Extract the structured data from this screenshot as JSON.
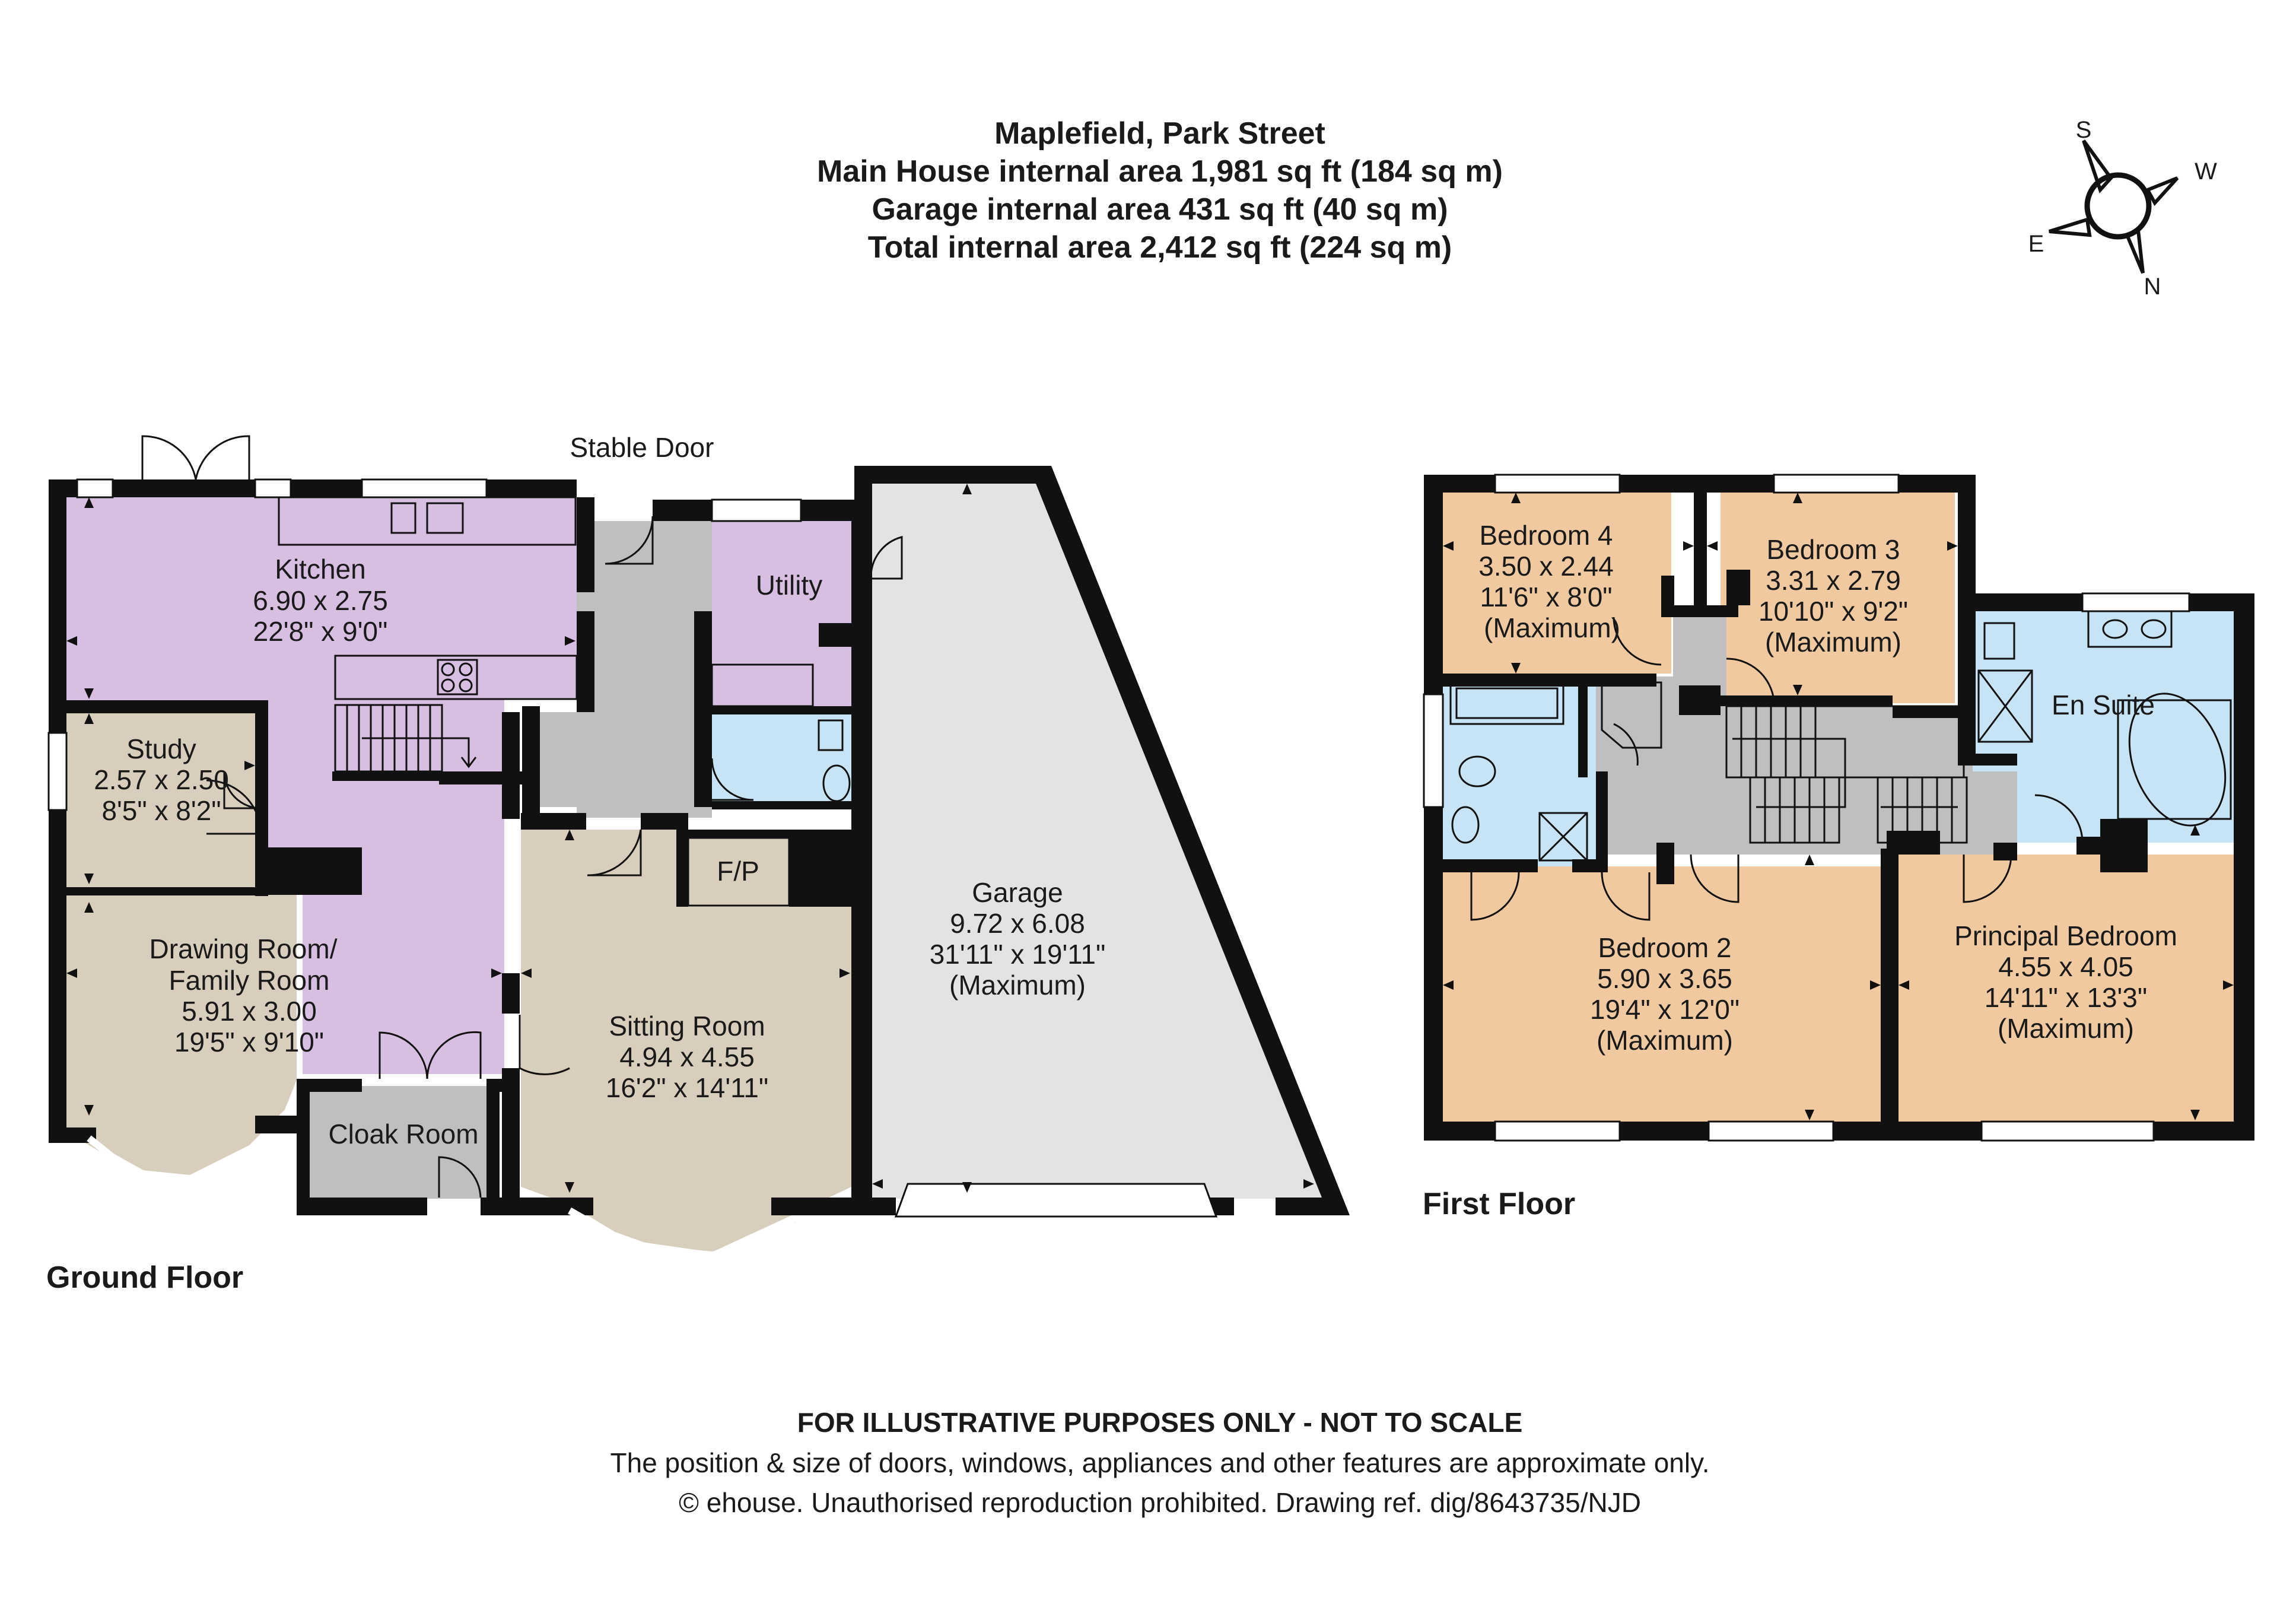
{
  "header": {
    "title": "Maplefield, Park Street",
    "main_house": "Main House internal area 1,981 sq ft (184 sq m)",
    "garage": "Garage internal area 431 sq ft (40 sq m)",
    "total": "Total internal area 2,412 sq ft (224 sq m)"
  },
  "compass": {
    "s": "S",
    "w": "W",
    "e": "E",
    "n": "N"
  },
  "ground_floor": {
    "label": "Ground Floor",
    "stable_door": "Stable Door",
    "kitchen": {
      "name": "Kitchen",
      "metric": "6.90 x 2.75",
      "imperial": "22'8\" x 9'0\""
    },
    "utility": {
      "name": "Utility"
    },
    "study": {
      "name": "Study",
      "metric": "2.57 x 2.50",
      "imperial": "8'5\" x 8'2\""
    },
    "drawing_room": {
      "name1": "Drawing Room/",
      "name2": "Family Room",
      "metric": "5.91 x 3.00",
      "imperial": "19'5\" x 9'10\""
    },
    "cloak_room": {
      "name": "Cloak Room"
    },
    "fireplace": {
      "name": "F/P"
    },
    "sitting_room": {
      "name": "Sitting Room",
      "metric": "4.94 x 4.55",
      "imperial": "16'2\" x 14'11\""
    },
    "garage": {
      "name": "Garage",
      "metric": "9.72 x 6.08",
      "imperial": "31'11\" x 19'11\"",
      "note": "(Maximum)"
    }
  },
  "first_floor": {
    "label": "First Floor",
    "bedroom4": {
      "name": "Bedroom 4",
      "metric": "3.50 x 2.44",
      "imperial": "11'6\" x 8'0\"",
      "note": "(Maximum)"
    },
    "bedroom3": {
      "name": "Bedroom 3",
      "metric": "3.31 x 2.79",
      "imperial": "10'10\" x 9'2\"",
      "note": "(Maximum)"
    },
    "en_suite": {
      "name": "En Suite"
    },
    "bedroom2": {
      "name": "Bedroom 2",
      "metric": "5.90 x 3.65",
      "imperial": "19'4\" x 12'0\"",
      "note": "(Maximum)"
    },
    "principal": {
      "name": "Principal Bedroom",
      "metric": "4.55 x 4.05",
      "imperial": "14'11\" x 13'3\"",
      "note": "(Maximum)"
    }
  },
  "footer": {
    "warning": "FOR ILLUSTRATIVE PURPOSES ONLY - NOT TO SCALE",
    "note": "The position & size of doors, windows, appliances and other features are approximate only.",
    "copyright": "© ehouse. Unauthorised reproduction prohibited. Drawing ref. dig/8643735/NJD"
  },
  "colors": {
    "kitchen": "#d6bfe0",
    "beige": "#d8cebd",
    "grey": "#bfbfbf",
    "blue": "#c6e4f5",
    "garage": "#e3e3e3",
    "peach": "#f0c9a0",
    "wall": "#111111"
  }
}
